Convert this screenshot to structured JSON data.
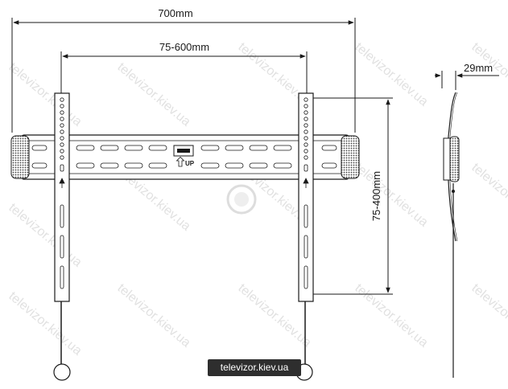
{
  "dimensions": {
    "total_width": "700mm",
    "horizontal_vesa": "75-600mm",
    "vertical_vesa": "75-400mm",
    "depth": "29mm"
  },
  "plate_label": "UP",
  "watermark_text": "televizor.kiev.ua",
  "badge_text": "televizor.kiev.ua"
}
